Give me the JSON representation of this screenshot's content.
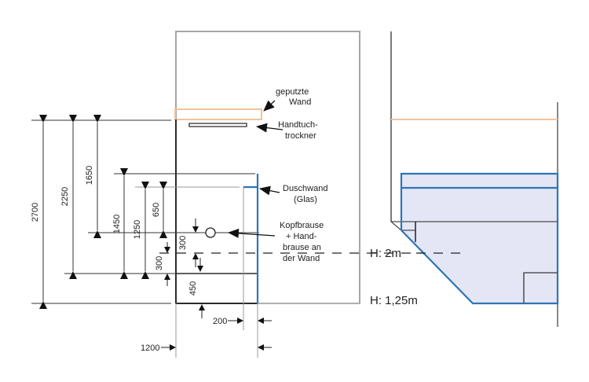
{
  "diagram": {
    "title": "",
    "colors": {
      "line": "#2b2b2b",
      "frame": "#a6a6a6",
      "plaster": "#f2c39c",
      "glass": "#2e75b6",
      "fill": "#e4e6f5"
    },
    "annotations": {
      "plaster_wall": [
        "geputzte",
        "Wand"
      ],
      "towel_dryer": [
        "Handtuch-",
        "trockner"
      ],
      "shower_wall": [
        "Duschwand",
        "(Glas)"
      ],
      "shower_heads": [
        "Kopfbrause",
        "+ Hand-",
        "brause an",
        "der Wand"
      ]
    },
    "heights": {
      "h_2m": "H: 2m",
      "h_125m": "H: 1,25m"
    },
    "dimensions": {
      "d2700": "2700",
      "d2250": "2250",
      "d1650": "1650",
      "d1450": "1450",
      "d1250": "1250",
      "d650": "650",
      "d300_a": "300",
      "d300_b": "300",
      "d450": "450",
      "d200": "200",
      "d1200": "1200"
    }
  }
}
